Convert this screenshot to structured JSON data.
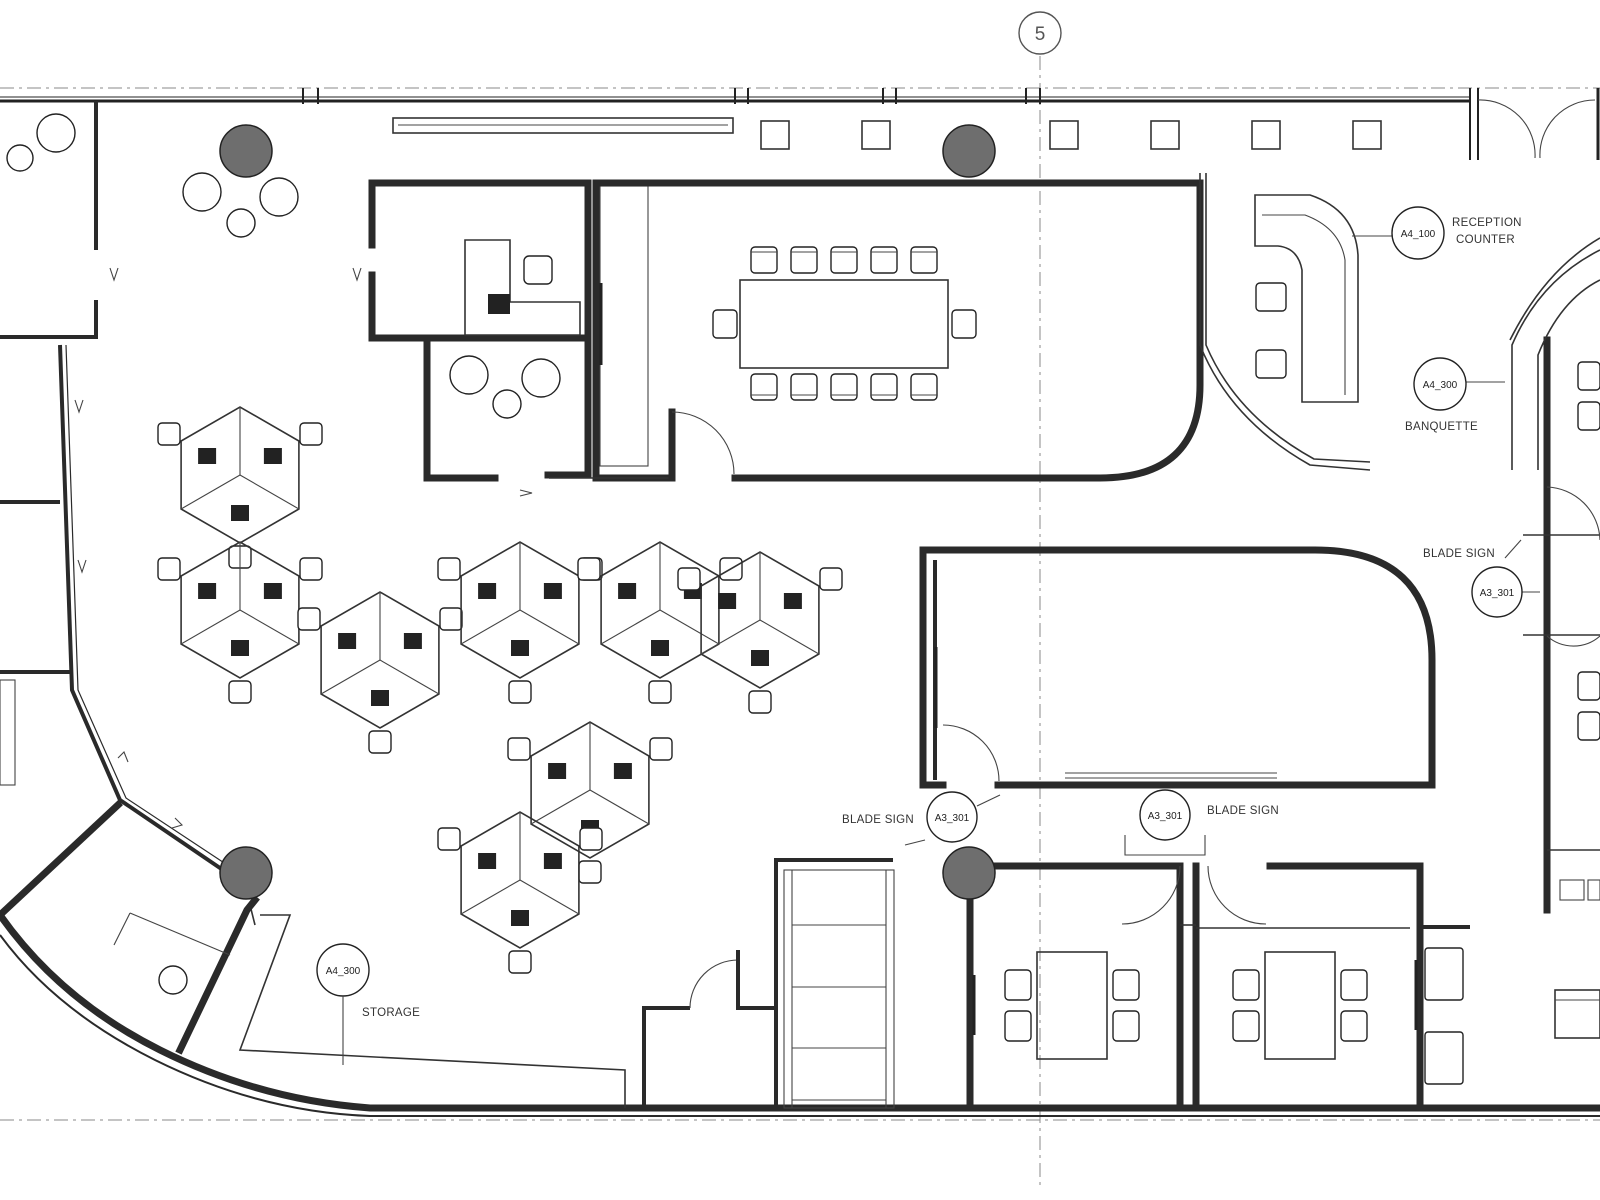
{
  "grid_line": {
    "label": "5"
  },
  "annotations": {
    "reception_tag": "A4_100",
    "reception_label_1": "RECEPTION",
    "reception_label_2": "COUNTER",
    "banquette_tag": "A4_300",
    "banquette_label": "BANQUETTE",
    "blade_sign_right_label": "BLADE SIGN",
    "blade_sign_right_tag": "A3_301",
    "blade_sign_center_label": "BLADE SIGN",
    "blade_sign_center_tag": "A3_301",
    "blade_sign_mid_tag": "A3_301",
    "blade_sign_mid_label": "BLADE SIGN",
    "storage_tag": "A4_300",
    "storage_label": "STORAGE"
  }
}
